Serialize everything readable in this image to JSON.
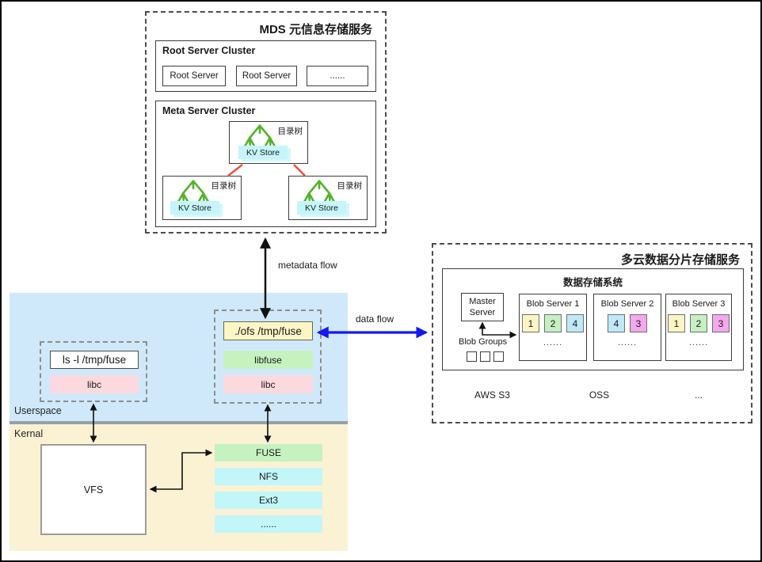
{
  "colors": {
    "userspace_bg": "#cfe9fa",
    "kernel_bg": "#fbf2d4",
    "divider": "#96a0a7",
    "data_flow_blue": "#1418f0",
    "meta_link_red": "#f0503c",
    "tree_green": "#54b42c",
    "cmd_yellow": "#fcf6c5",
    "lib_green": "#c6f2bf",
    "lib_pink": "#fcd9de",
    "fs_cyan": "#c2f6f9"
  },
  "mds": {
    "title": "MDS 元信息存储服务",
    "root_cluster": {
      "title": "Root Server Cluster",
      "servers": [
        "Root Server",
        "Root Server",
        "......"
      ]
    },
    "meta_cluster": {
      "title": "Meta Server Cluster",
      "dir_tree_label": "目录树",
      "kv_store_label": "KV Store"
    }
  },
  "flows": {
    "metadata_label": "metadata flow",
    "data_label": "data flow"
  },
  "host": {
    "userspace_label": "Userspace",
    "kernel_label": "Kernal",
    "ls_command": "ls -l /tmp/fuse",
    "libc_label": "libc",
    "ofs_command": "./ofs /tmp/fuse",
    "libfuse_label": "libfuse",
    "vfs_label": "VFS",
    "kernel_fs": [
      {
        "label": "FUSE",
        "bg": "#c6f2bf"
      },
      {
        "label": "NFS",
        "bg": "#c2f6f9"
      },
      {
        "label": "Ext3",
        "bg": "#c2f6f9"
      },
      {
        "label": "......",
        "bg": "#c2f6f9"
      }
    ]
  },
  "cloud": {
    "title": "多云数据分片存储服务",
    "storage_system_title": "数据存储系统",
    "master_label": "Master Server",
    "blob_groups_label": "Blob Groups",
    "blob_servers": [
      {
        "name": "Blob Server 1",
        "more": "......",
        "chips": [
          {
            "label": "1",
            "bg": "#fcf5c3"
          },
          {
            "label": "2",
            "bg": "#c6efc2"
          },
          {
            "label": "4",
            "bg": "#bfe9f8"
          }
        ]
      },
      {
        "name": "Blob Server 2",
        "more": "......",
        "chips": [
          {
            "label": "4",
            "bg": "#bfe9f8"
          },
          {
            "label": "3",
            "bg": "#f3a8ef"
          }
        ]
      },
      {
        "name": "Blob Server 3",
        "more": "......",
        "chips": [
          {
            "label": "1",
            "bg": "#fcf5c3"
          },
          {
            "label": "2",
            "bg": "#c6efc2"
          },
          {
            "label": "3",
            "bg": "#f3a8ef"
          }
        ]
      }
    ],
    "providers": [
      "AWS S3",
      "OSS",
      "..."
    ]
  }
}
